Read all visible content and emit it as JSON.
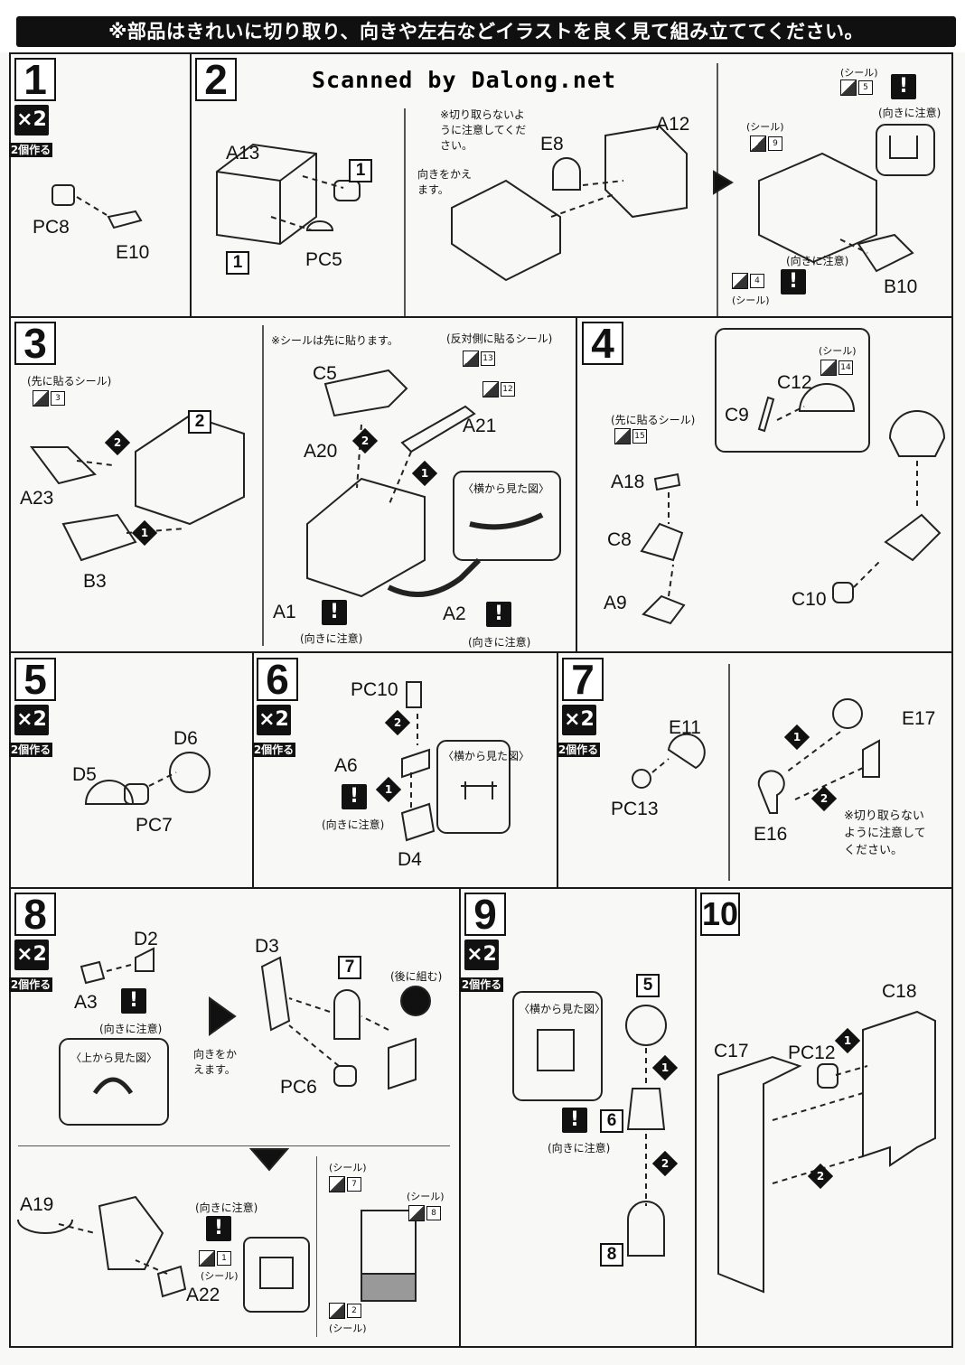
{
  "header": {
    "instruction": "※部品はきれいに切り取り、向きや左右などイラストを良く見て組み立ててください。",
    "scan_credit": "Scanned by Dalong.net"
  },
  "common": {
    "x2": "×2",
    "make_two": "2個作る",
    "sticker": "(シール)",
    "caution": "(向きに注意)",
    "excl": "!"
  },
  "steps": [
    {
      "num": "1",
      "parts": [
        "PC8",
        "E10"
      ]
    },
    {
      "num": "2",
      "parts": [
        "A13",
        "1",
        "PC5",
        "1",
        "E8",
        "A12",
        "B10"
      ],
      "notes": [
        "※切り取らないように注意してください。",
        "向きをかえます。"
      ],
      "stickers": [
        "5",
        "9",
        "4"
      ]
    },
    {
      "num": "3",
      "parts": [
        "A23",
        "B3",
        "2",
        "C5",
        "A20",
        "A21",
        "A1",
        "A2"
      ],
      "notes": [
        "※シールは先に貼ります。",
        "(先に貼るシール)",
        "(反対側に貼るシール)",
        "〈横から見た図〉"
      ],
      "stickers": [
        "3",
        "13",
        "12"
      ]
    },
    {
      "num": "4",
      "parts": [
        "A18",
        "C8",
        "A9",
        "C9",
        "C12",
        "C10"
      ],
      "notes": [
        "(先に貼るシール)"
      ],
      "stickers": [
        "15",
        "14"
      ]
    },
    {
      "num": "5",
      "parts": [
        "D5",
        "D6",
        "PC7"
      ]
    },
    {
      "num": "6",
      "parts": [
        "PC10",
        "A6",
        "D4"
      ],
      "notes": [
        "〈横から見た図〉"
      ]
    },
    {
      "num": "7",
      "parts": [
        "E11",
        "PC13",
        "E17",
        "E16"
      ],
      "notes": [
        "※切り取らないように注意してください。"
      ]
    },
    {
      "num": "8",
      "parts": [
        "D2",
        "A3",
        "D3",
        "7",
        "PC6",
        "A19",
        "A22"
      ],
      "notes": [
        "〈上から見た図〉",
        "向きをかえます。",
        "(後に組む)"
      ],
      "stickers": [
        "1",
        "7",
        "8",
        "2"
      ]
    },
    {
      "num": "9",
      "parts": [
        "5",
        "6",
        "8"
      ],
      "notes": [
        "〈横から見た図〉"
      ]
    },
    {
      "num": "10",
      "parts": [
        "C18",
        "C17",
        "PC12"
      ]
    }
  ]
}
